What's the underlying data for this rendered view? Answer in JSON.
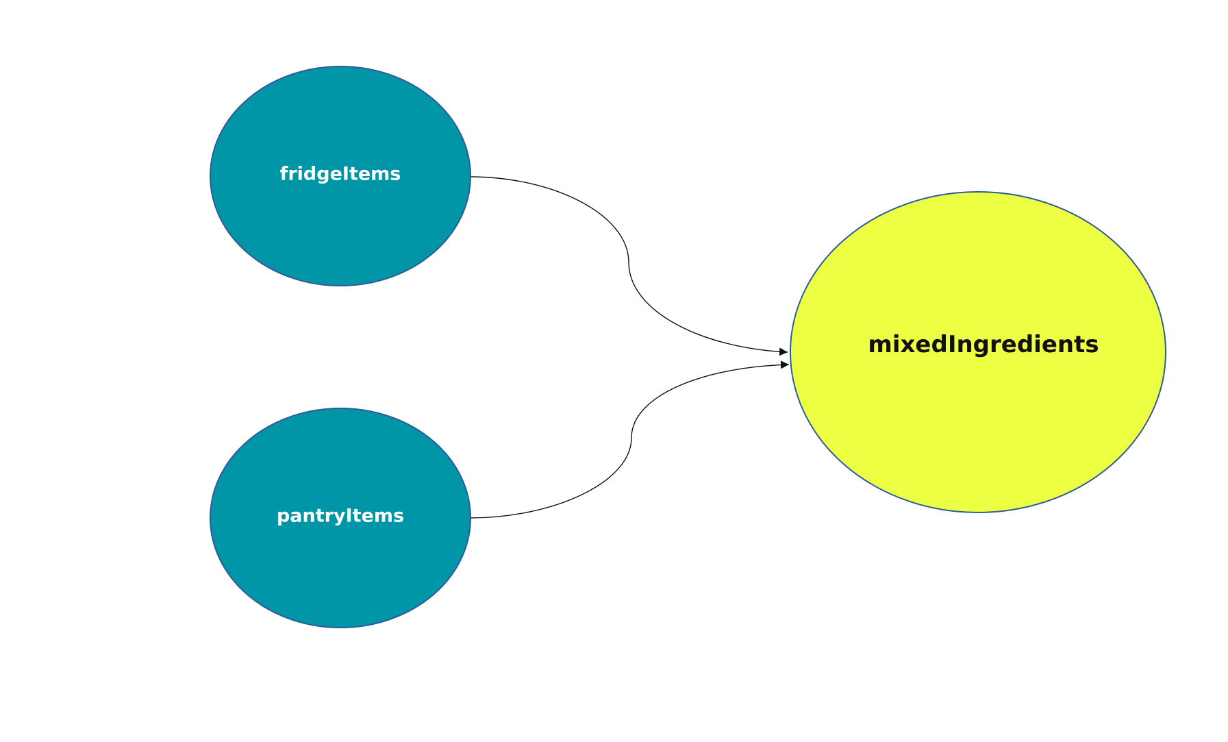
{
  "colors": {
    "background": "#ffffff",
    "source_fill": "#0096a8",
    "target_fill": "#ecff42",
    "node_stroke": "#2e5a9a",
    "source_text": "#ffffff",
    "target_text": "#111111",
    "edge": "#111111"
  },
  "nodes": [
    {
      "id": "fridgeItems",
      "label": "fridgeItems",
      "role": "source"
    },
    {
      "id": "pantryItems",
      "label": "pantryItems",
      "role": "source"
    },
    {
      "id": "mixedIngredients",
      "label": "mixedIngredients",
      "role": "target"
    }
  ],
  "edges": [
    {
      "from": "fridgeItems",
      "to": "mixedIngredients"
    },
    {
      "from": "pantryItems",
      "to": "mixedIngredients"
    }
  ]
}
